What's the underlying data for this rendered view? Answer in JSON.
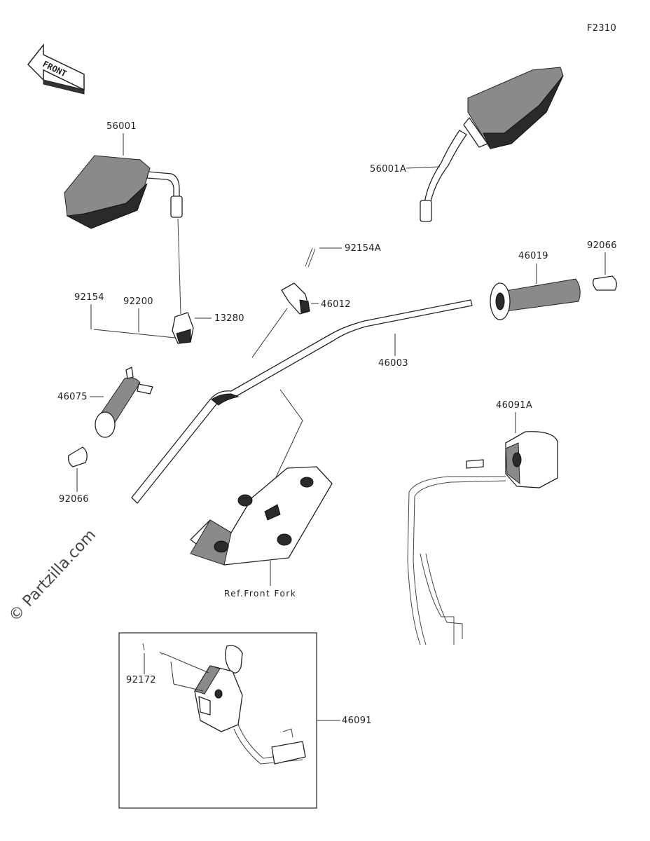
{
  "figure": {
    "code": "F2310",
    "front_arrow_text": "FRONT",
    "watermark": "© Partzilla.com"
  },
  "parts": {
    "mirror_left": "56001",
    "mirror_right": "56001A",
    "bolt_92154A": "92154A",
    "holder_46012": "46012",
    "grip_46019": "46019",
    "end_cap_right": "92066",
    "bolt_92154": "92154",
    "washer_92200": "92200",
    "holder_13280": "13280",
    "handlebar": "46003",
    "throttle_grip": "46075",
    "end_cap_left": "92066",
    "switch_right": "46091A",
    "ref_front_fork": "Ref.Front Fork",
    "screw_92172": "92172",
    "switch_left": "46091"
  }
}
